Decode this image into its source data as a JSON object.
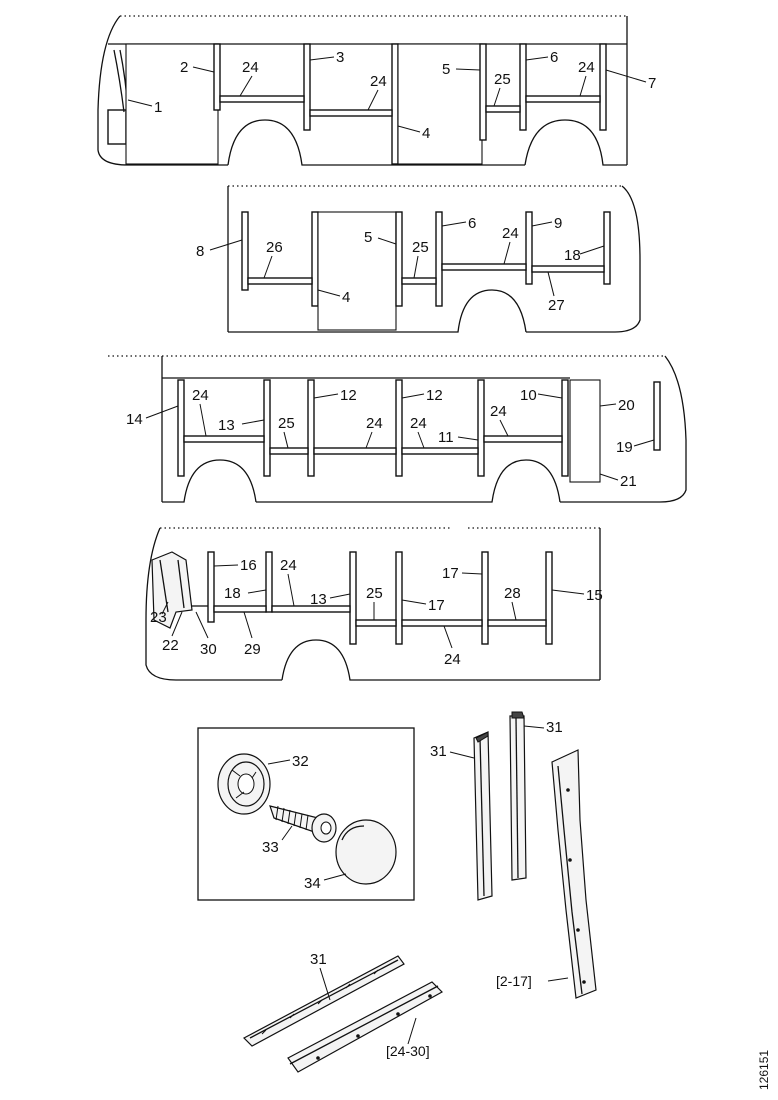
{
  "diagram": {
    "doc_id": "126151",
    "panel1": {
      "callouts": [
        "2",
        "24",
        "3",
        "24",
        "5",
        "25",
        "6",
        "24",
        "7",
        "1",
        "4"
      ]
    },
    "panel2": {
      "callouts": [
        "8",
        "26",
        "5",
        "25",
        "6",
        "24",
        "9",
        "18",
        "4",
        "27"
      ]
    },
    "panel3": {
      "callouts": [
        "14",
        "24",
        "13",
        "25",
        "12",
        "24",
        "12",
        "24",
        "11",
        "24",
        "10",
        "20",
        "19",
        "21"
      ]
    },
    "panel4": {
      "callouts": [
        "16",
        "24",
        "18",
        "13",
        "25",
        "17",
        "17",
        "28",
        "15",
        "23",
        "22",
        "30",
        "29",
        "24"
      ]
    },
    "detail": {
      "callouts": [
        "32",
        "33",
        "34"
      ]
    },
    "parts": {
      "callouts": [
        "31",
        "31",
        "31",
        "[2-17]",
        "[24-30]"
      ]
    }
  }
}
